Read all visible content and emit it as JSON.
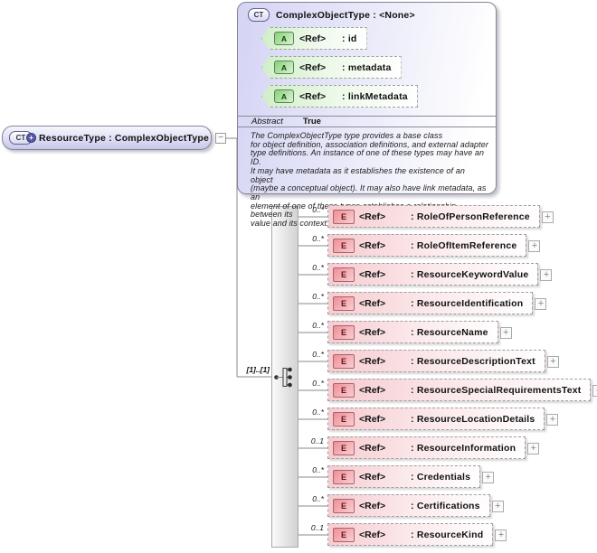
{
  "icons": {
    "complex_type": "CT",
    "attribute": "A",
    "element": "E",
    "plus": "+",
    "minus": "−"
  },
  "colors": {
    "complex_type_fill": "#dcdcf4",
    "attribute_fill": "#cfeec7",
    "element_fill": "#f6cbd0",
    "border_gray": "#84849a"
  },
  "root": {
    "label": "ResourceType : ComplexObjectType"
  },
  "base_type": {
    "title": "ComplexObjectType : <None>",
    "attributes": [
      {
        "ref": "<Ref>",
        "name": ": id"
      },
      {
        "ref": "<Ref>",
        "name": ": metadata"
      },
      {
        "ref": "<Ref>",
        "name": ": linkMetadata"
      }
    ],
    "abstract_label": "Abstract",
    "abstract_value": "True",
    "description": "The ComplexObjectType type provides a base class\nfor object definition, association definitions, and external adapter\ntype definitions. An instance of one of these types may have an ID.\nIt may have metadata as it establishes the existence of an object\n(maybe a conceptual object). It may also have link metadata, as an\nelement of one of these types establishes a relationship between its\nvalue and its context."
  },
  "model_group": {
    "cardinality": "[1]..[1]"
  },
  "elements": [
    {
      "cardinality": "0..*",
      "ref": "<Ref>",
      "name": ": RoleOfPersonReference"
    },
    {
      "cardinality": "0..*",
      "ref": "<Ref>",
      "name": ": RoleOfItemReference"
    },
    {
      "cardinality": "0..*",
      "ref": "<Ref>",
      "name": ": ResourceKeywordValue"
    },
    {
      "cardinality": "0..*",
      "ref": "<Ref>",
      "name": ": ResourceIdentification"
    },
    {
      "cardinality": "0..*",
      "ref": "<Ref>",
      "name": ": ResourceName"
    },
    {
      "cardinality": "0..*",
      "ref": "<Ref>",
      "name": ": ResourceDescriptionText"
    },
    {
      "cardinality": "0..*",
      "ref": "<Ref>",
      "name": ": ResourceSpecialRequirementsText"
    },
    {
      "cardinality": "0..*",
      "ref": "<Ref>",
      "name": ": ResourceLocationDetails"
    },
    {
      "cardinality": "0..1",
      "ref": "<Ref>",
      "name": ": ResourceInformation"
    },
    {
      "cardinality": "0..*",
      "ref": "<Ref>",
      "name": ": Credentials"
    },
    {
      "cardinality": "0..*",
      "ref": "<Ref>",
      "name": ": Certifications"
    },
    {
      "cardinality": "0..1",
      "ref": "<Ref>",
      "name": ": ResourceKind"
    }
  ]
}
